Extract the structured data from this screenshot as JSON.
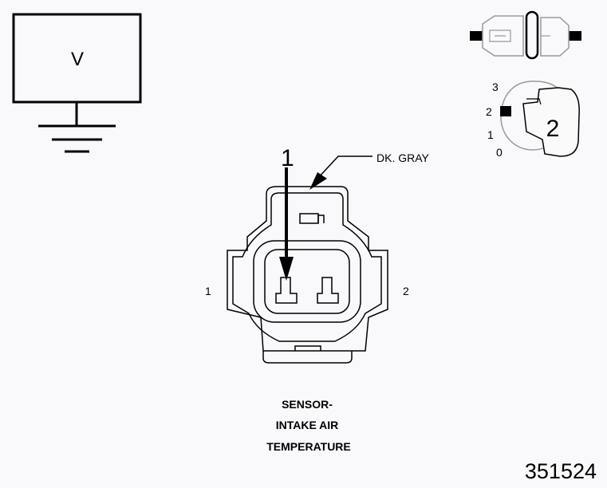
{
  "voltmeter": {
    "symbol": "V"
  },
  "connector": {
    "wire_color": "DK. GRAY",
    "probe_pin": "1",
    "pin_left": "1",
    "pin_right": "2",
    "caption": [
      "SENSOR-",
      "INTAKE AIR",
      "TEMPERATURE"
    ]
  },
  "key_switch": {
    "positions": [
      "3",
      "2",
      "1",
      "0"
    ],
    "selected_position": "2"
  },
  "figure_id": "351524"
}
